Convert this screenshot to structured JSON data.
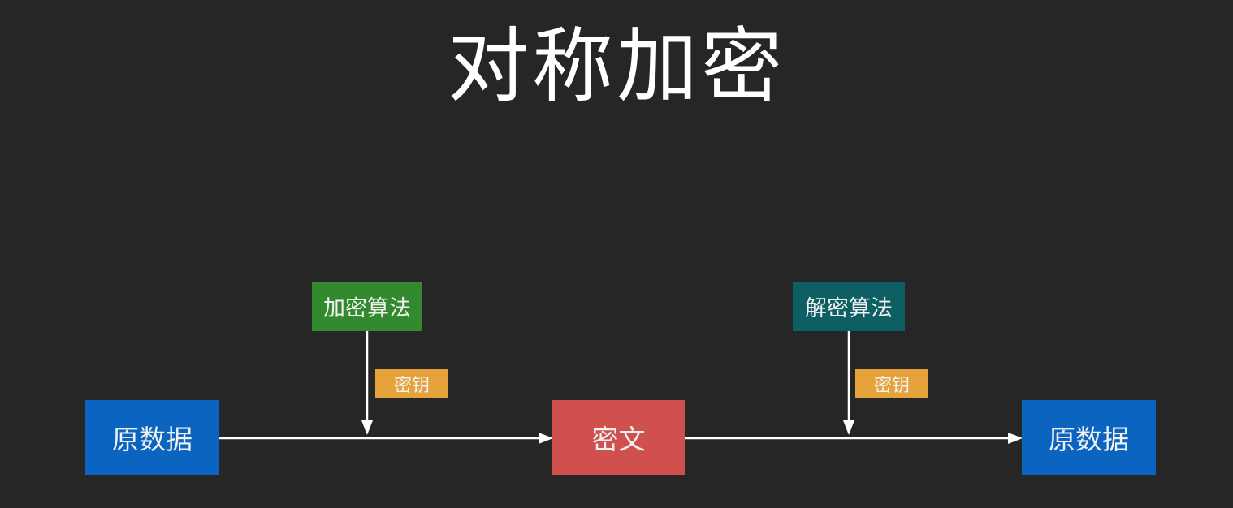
{
  "slide": {
    "title": "对称加密"
  },
  "colors": {
    "background": "#262626",
    "title_text": "#ffffff",
    "box_text": "#f2f2f2",
    "arrow": "#ffffff",
    "data_box": "#0b64c0",
    "encrypt_box": "#33892e",
    "decrypt_box": "#0d5f63",
    "key_box": "#e6a33c",
    "cipher_box": "#cf504d"
  },
  "diagram": {
    "source_data": {
      "label": "原数据"
    },
    "encrypt_algorithm": {
      "label": "加密算法"
    },
    "encrypt_key": {
      "label": "密钥"
    },
    "cipher_text": {
      "label": "密文"
    },
    "decrypt_algorithm": {
      "label": "解密算法"
    },
    "decrypt_key": {
      "label": "密钥"
    },
    "restored_data": {
      "label": "原数据"
    }
  }
}
